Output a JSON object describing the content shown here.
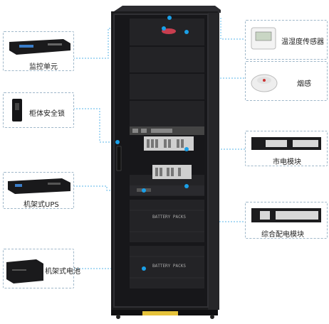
{
  "left_callouts": [
    {
      "label": "监控单元",
      "icon": "monitoring-unit-icon"
    },
    {
      "label": "柜体安全锁",
      "icon": "cabinet-lock-icon"
    },
    {
      "label": "机架式UPS",
      "icon": "rack-ups-icon"
    },
    {
      "label": "机架式电池",
      "icon": "rack-battery-icon"
    }
  ],
  "right_callouts": [
    {
      "label": "温湿度传感器",
      "icon": "temperature-humidity-sensor-icon"
    },
    {
      "label": "烟感",
      "icon": "smoke-detector-icon"
    },
    {
      "label": "市电模块",
      "icon": "mains-power-module-icon"
    },
    {
      "label": "综合配电模块",
      "icon": "power-distribution-module-icon"
    }
  ],
  "cabinet": {
    "battery_labels": [
      "BATTERY PACKS",
      "BATTERY PACKS"
    ]
  },
  "colors": {
    "accent": "#1aa0e8",
    "cabinet": "#1b1b1d",
    "frame": "#2a2a2d"
  }
}
